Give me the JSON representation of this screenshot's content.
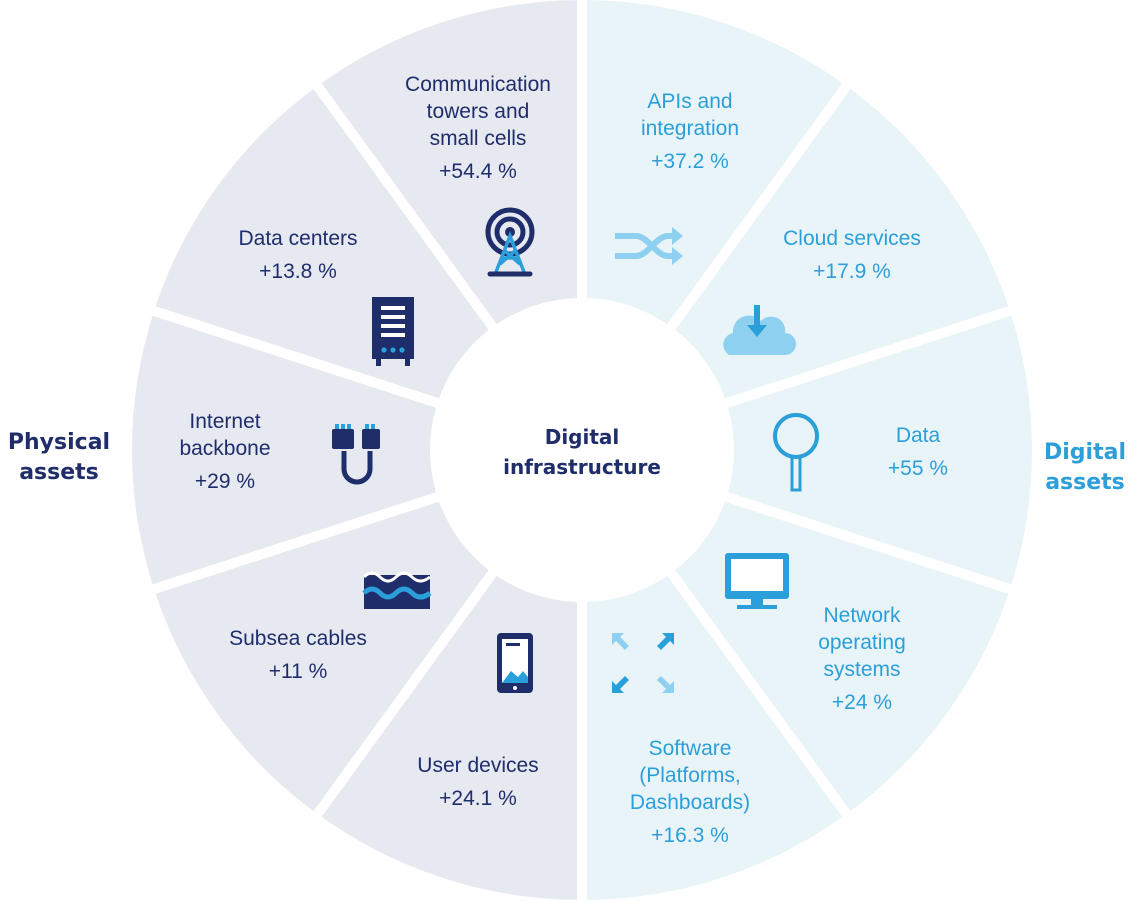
{
  "diagram": {
    "center_title": [
      "Digital",
      "infrastructure"
    ],
    "groups": {
      "physical": {
        "label": [
          "Physical",
          "assets"
        ],
        "text_color": "#1f2d6b",
        "fill": "#e7e9f1",
        "icon_color": "#1f2d6b",
        "icon_accent": "#2b9fd9"
      },
      "digital": {
        "label": [
          "Digital",
          "assets"
        ],
        "text_color": "#2b9fd9",
        "fill": "#e9f4f9",
        "icon_color": "#2b9fd9",
        "icon_accent": "#8ed0ef"
      }
    },
    "segments": [
      {
        "name": "apis-and-integration",
        "group": "digital",
        "lines": [
          "APIs and",
          "integration"
        ],
        "value": "+37.2 %",
        "icon": "shuffle-icon"
      },
      {
        "name": "cloud-services",
        "group": "digital",
        "lines": [
          "Cloud services"
        ],
        "value": "+17.9 %",
        "icon": "cloud-download-icon"
      },
      {
        "name": "data",
        "group": "digital",
        "lines": [
          "Data"
        ],
        "value": "+55 %",
        "icon": "magnifier-icon"
      },
      {
        "name": "network-operating-systems",
        "group": "digital",
        "lines": [
          "Network",
          "operating",
          "systems"
        ],
        "value": "+24 %",
        "icon": "monitor-icon"
      },
      {
        "name": "software",
        "group": "digital",
        "lines": [
          "Software",
          "(Platforms,",
          "Dashboards)"
        ],
        "value": "+16.3 %",
        "icon": "expand-arrows-icon"
      },
      {
        "name": "user-devices",
        "group": "physical",
        "lines": [
          "User devices"
        ],
        "value": "+24.1 %",
        "icon": "tablet-icon"
      },
      {
        "name": "subsea-cables",
        "group": "physical",
        "lines": [
          "Subsea cables"
        ],
        "value": "+11 %",
        "icon": "waves-icon"
      },
      {
        "name": "internet-backbone",
        "group": "physical",
        "lines": [
          "Internet",
          "backbone"
        ],
        "value": "+29 %",
        "icon": "ethernet-cable-icon"
      },
      {
        "name": "data-centers",
        "group": "physical",
        "lines": [
          "Data centers"
        ],
        "value": "+13.8 %",
        "icon": "server-icon"
      },
      {
        "name": "communication-towers",
        "group": "physical",
        "lines": [
          "Communication",
          "towers and",
          "small cells"
        ],
        "value": "+54.4 %",
        "icon": "tower-icon"
      }
    ]
  }
}
